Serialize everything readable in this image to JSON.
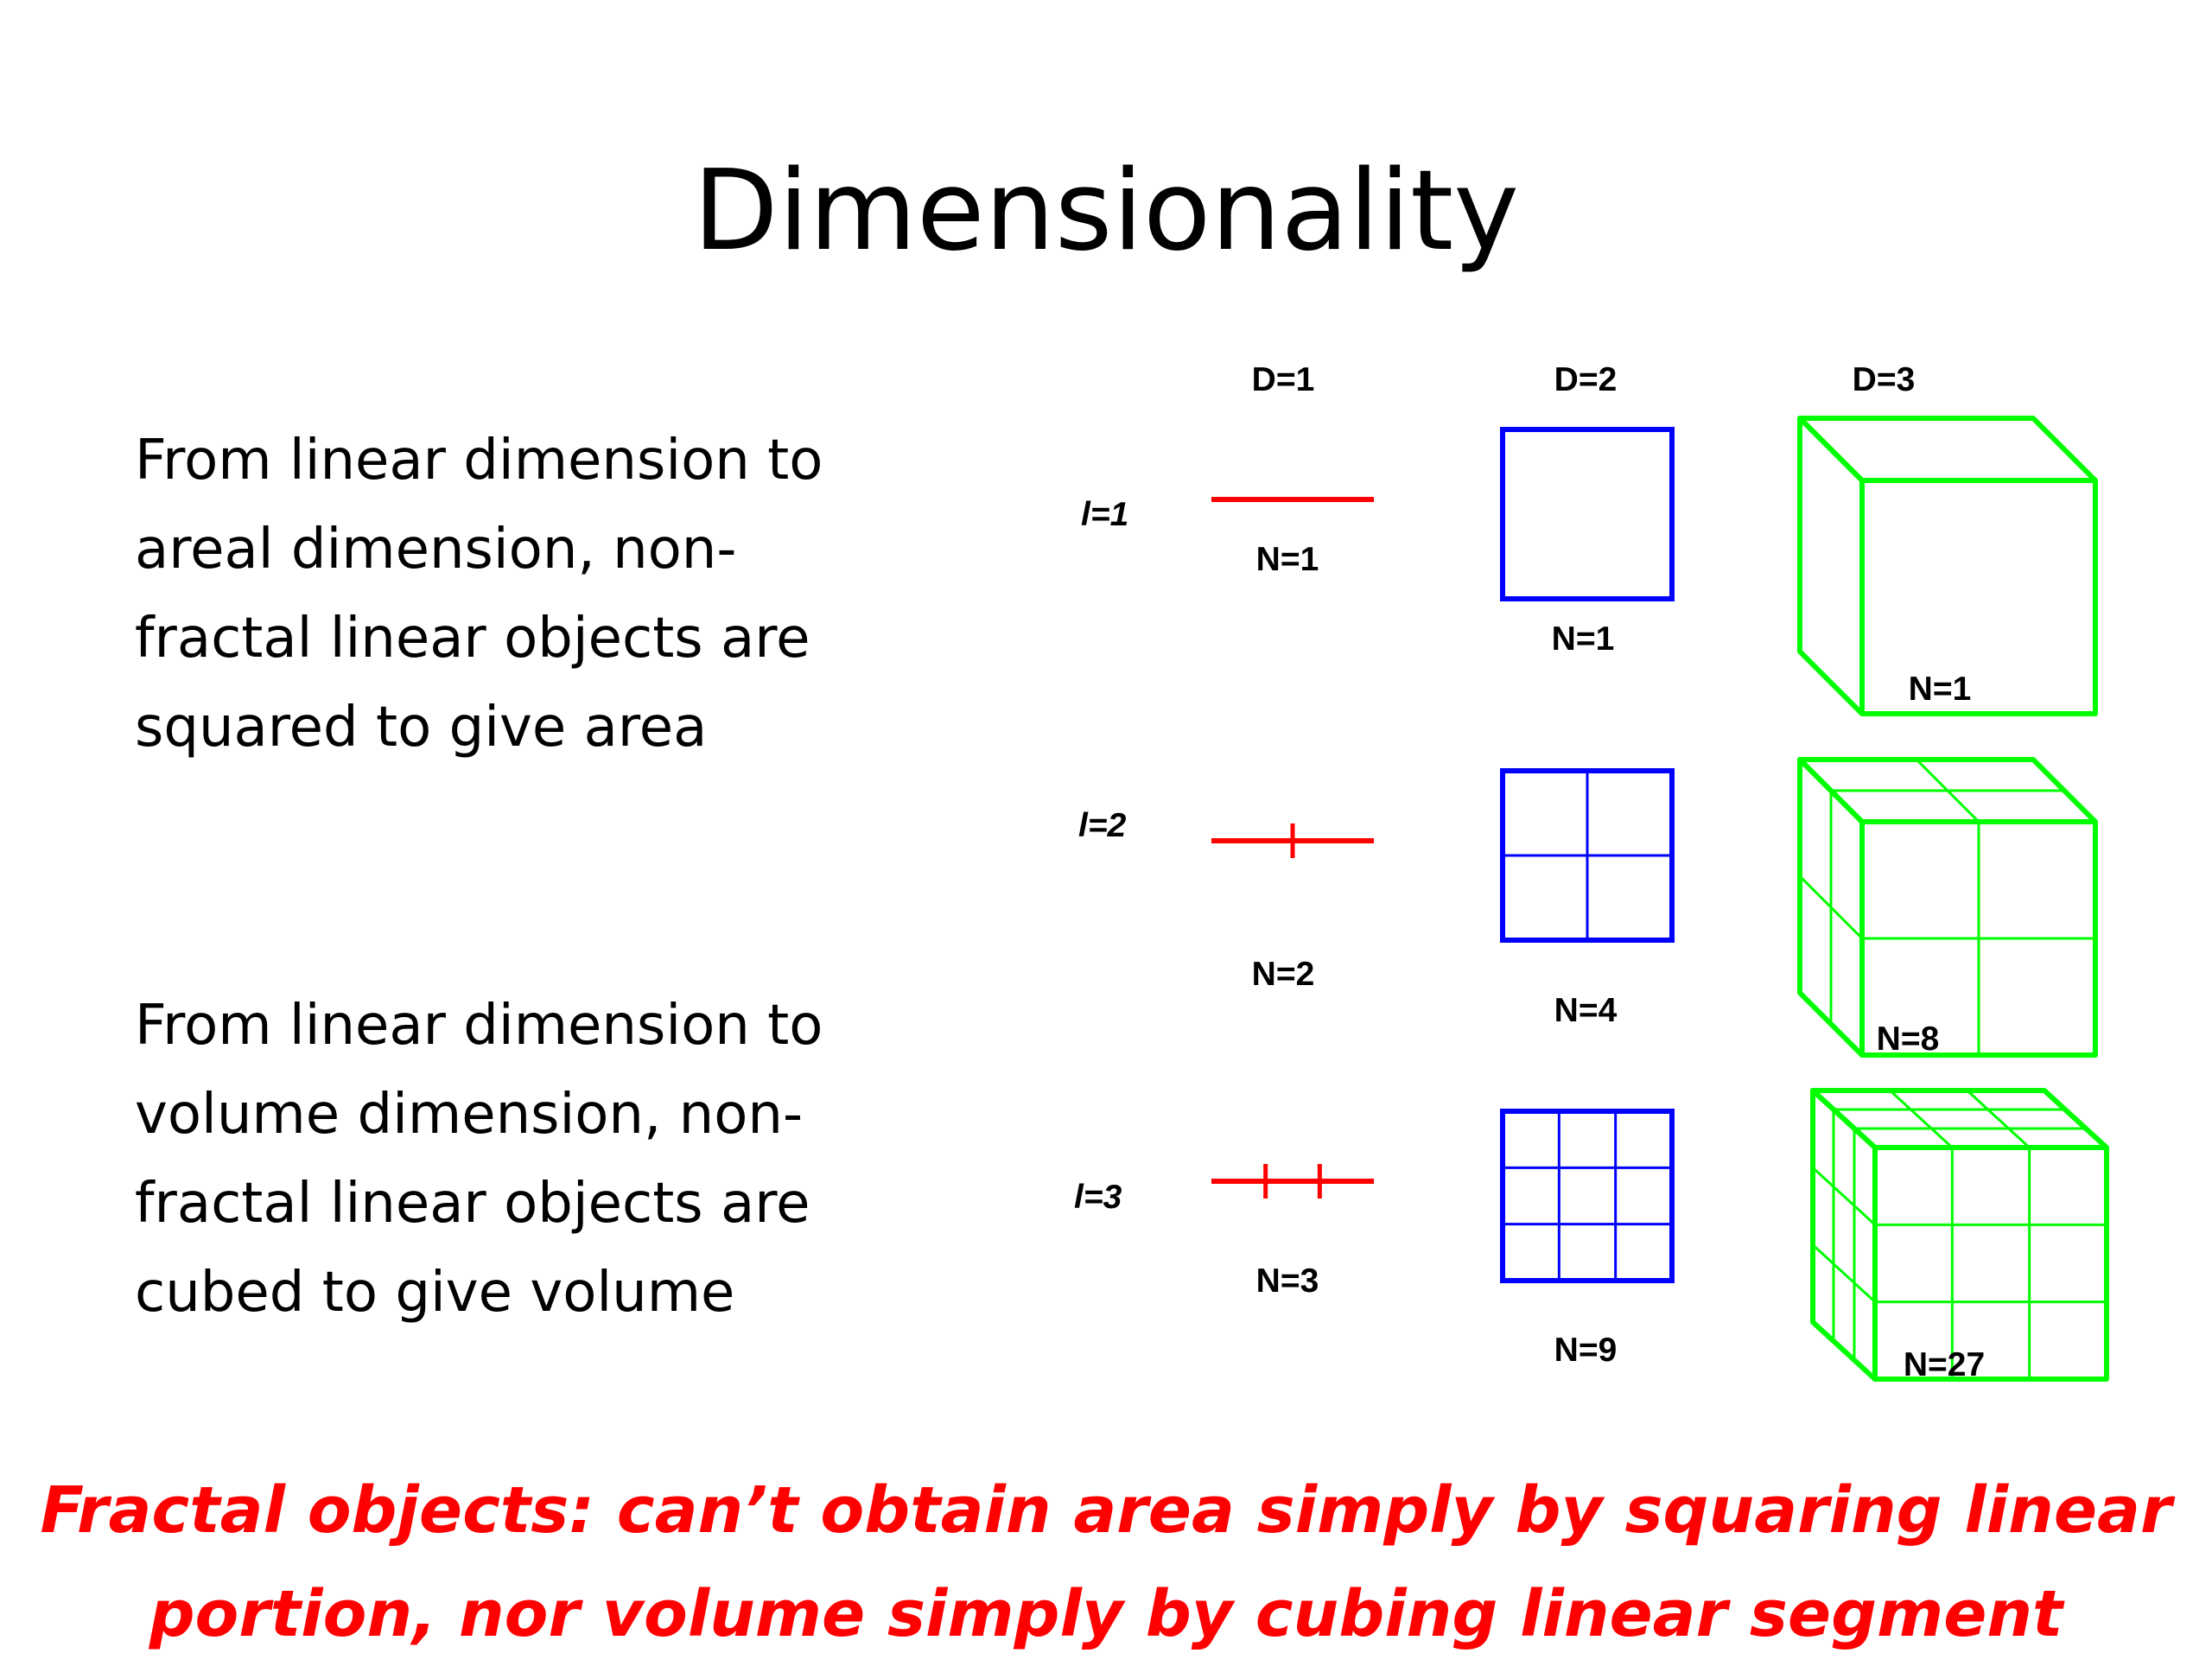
{
  "slide": {
    "title": "Dimensionality",
    "paragraphs": [
      {
        "lines": [
          "From linear dimension to",
          "areal dimension, non-",
          "fractal linear objects are",
          "squared to give area"
        ]
      },
      {
        "lines": [
          "From linear dimension to",
          "volume dimension, non-",
          "fractal linear objects are",
          "cubed to give volume"
        ]
      }
    ],
    "conclusion": {
      "lines": [
        "Fractal objects: can’t obtain area simply by squaring linear",
        "portion, nor volume simply by cubing linear segment"
      ],
      "color": "#ff0000"
    }
  },
  "figure": {
    "columns": [
      "D=1",
      "D=2",
      "D=3"
    ],
    "row_labels": [
      {
        "symbol": "l",
        "value": "=1"
      },
      {
        "symbol": "l",
        "value": "=2"
      },
      {
        "symbol": "l",
        "value": "=3"
      }
    ],
    "counts": {
      "line": [
        "N=1",
        "N=2",
        "N=3"
      ],
      "square": [
        "N=1",
        "N=4",
        "N=9"
      ],
      "cube": [
        "N=1",
        "N=8",
        "N=27"
      ]
    },
    "divisions": [
      1,
      2,
      3
    ],
    "colors": {
      "line": "#ff0000",
      "square": "#0000ff",
      "cube": "#00ff00"
    }
  }
}
